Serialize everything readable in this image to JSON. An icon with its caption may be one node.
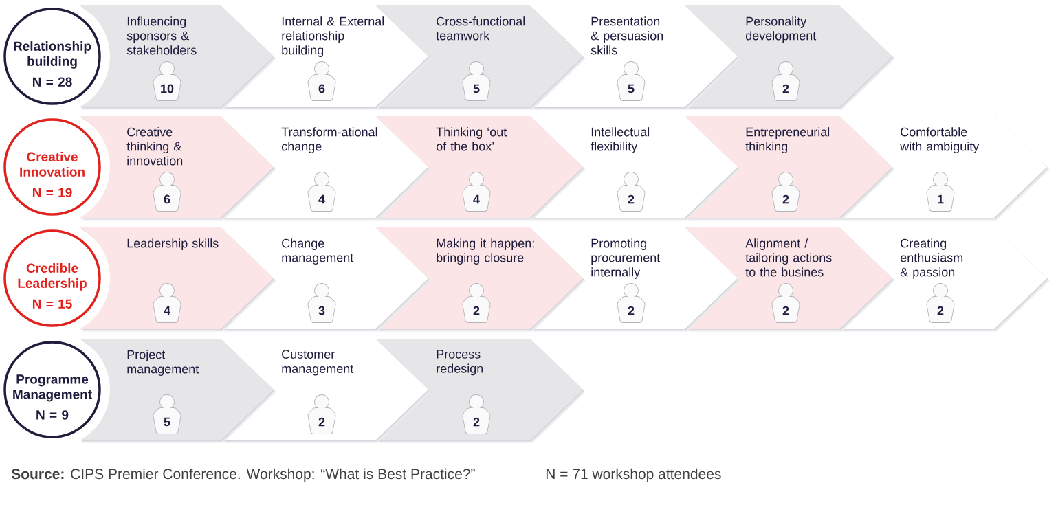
{
  "diagram": {
    "nodes": [
      {
        "text": [
          "Relationship building",
          "N = 28"
        ]
      },
      {
        "text": [
          "Influencing sponsors & stakeholders"
        ]
      },
      {
        "text": [
          "10"
        ],
        "in": 1
      },
      {
        "text": [
          "Internal & External relationship building"
        ]
      },
      {
        "text": [
          "6"
        ],
        "in": 3
      },
      {
        "text": [
          "Cross-functional teamwork"
        ]
      },
      {
        "text": [
          "5"
        ],
        "in": 5
      },
      {
        "text": [
          "Presentation & persuasion skills"
        ]
      },
      {
        "text": [
          "5"
        ],
        "in": 7
      },
      {
        "text": [
          "Personality development"
        ]
      },
      {
        "text": [
          "2"
        ],
        "in": 9
      },
      {
        "text": [
          "Creative Innovation",
          "N = 19"
        ]
      },
      {
        "text": [
          "Creative thinking & innovation"
        ]
      },
      {
        "text": [
          "6"
        ],
        "in": 12
      },
      {
        "text": [
          "Transform-ational change"
        ]
      },
      {
        "text": [
          "4"
        ],
        "in": 14
      },
      {
        "text": [
          "Thinking ‘out of the box’"
        ]
      },
      {
        "text": [
          "4"
        ],
        "in": 16
      },
      {
        "text": [
          "Intellectual flexibility"
        ]
      },
      {
        "text": [
          "2"
        ],
        "in": 18
      },
      {
        "text": [
          "Entrepreneurial thinking"
        ]
      },
      {
        "text": [
          "2"
        ],
        "in": 20
      },
      {
        "text": [
          "Comfortable with ambiguity"
        ]
      },
      {
        "text": [
          "1"
        ],
        "in": 22
      },
      {
        "text": [
          "Credible Leadership",
          "N = 15"
        ]
      },
      {
        "text": [
          "Leadership skills"
        ]
      },
      {
        "text": [
          "4"
        ],
        "in": 25
      },
      {
        "text": [
          "Change management"
        ]
      },
      {
        "text": [
          "3"
        ],
        "in": 27
      },
      {
        "text": [
          "Making it happen: bringing closure"
        ]
      },
      {
        "text": [
          "2"
        ],
        "in": 29
      },
      {
        "text": [
          "Promoting procurement internally"
        ]
      },
      {
        "text": [
          "2"
        ],
        "in": 31
      },
      {
        "text": [
          "Alignment / tailoring actions to the busines"
        ]
      },
      {
        "text": [
          "2"
        ],
        "in": 33
      },
      {
        "text": [
          "Creating enthusiasm & passion"
        ]
      },
      {
        "text": [
          "2"
        ],
        "in": 35
      },
      {
        "text": [
          "Programme Management",
          "N = 9"
        ]
      },
      {
        "text": [
          "Project management"
        ]
      },
      {
        "text": [
          "5"
        ],
        "in": 38
      },
      {
        "text": [
          "Customer management"
        ]
      },
      {
        "text": [
          "2"
        ],
        "in": 40
      },
      {
        "text": [
          "Process redesign"
        ]
      },
      {
        "text": [
          "2"
        ],
        "in": 42
      }
    ],
    "labels": [
      "**Source:** CIPS Premier Conference. Workshop: “What is Best Practice?”",
      "N = 71 workshop attendees"
    ]
  }
}
